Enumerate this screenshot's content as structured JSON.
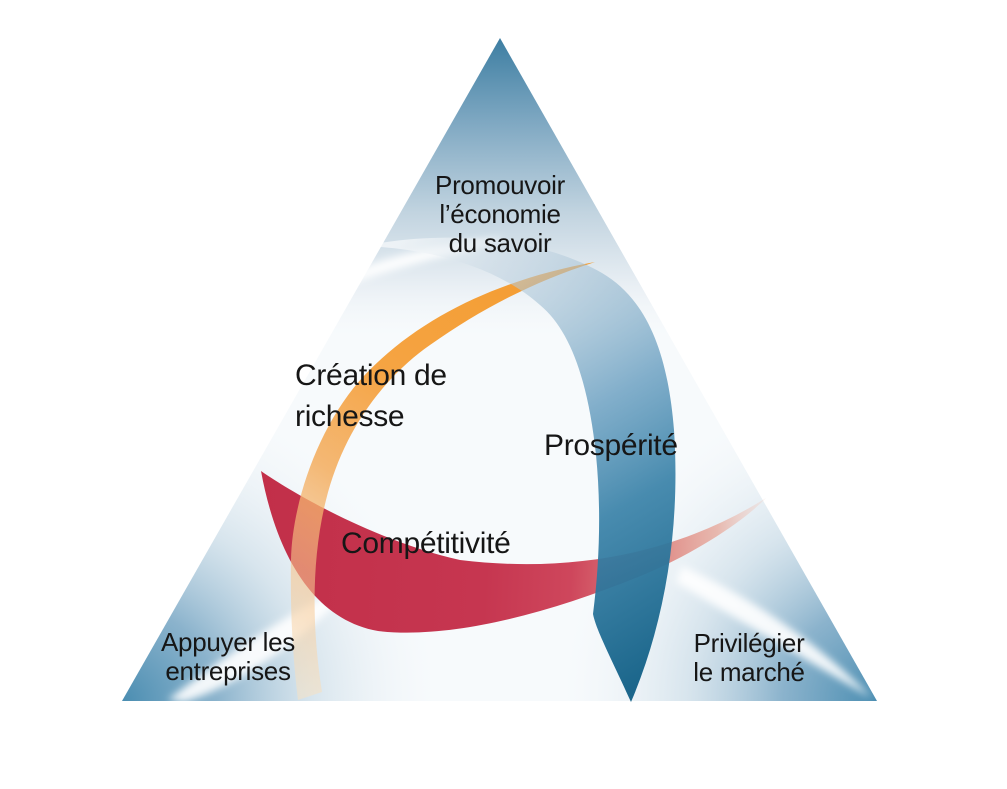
{
  "diagram": {
    "corner_labels": {
      "top": {
        "line1": "Promouvoir",
        "line2": "l’économie",
        "line3": "du savoir"
      },
      "bottom_left": {
        "line1": "Appuyer les",
        "line2": "entreprises"
      },
      "bottom_right": {
        "line1": "Privilégier",
        "line2": "le marché"
      }
    },
    "center_labels": {
      "wealth_line1": "Création de",
      "wealth_line2": "richesse",
      "prosperity": "Prospérité",
      "competitiveness": "Compétitivité"
    },
    "colors": {
      "triangle_apex": "#3D7EA2",
      "triangle_corner": "#4A8DB1",
      "swoosh_orange": "#F5A03C",
      "swoosh_red": "#C5314B",
      "swoosh_blue": "#176990",
      "text": "#161616"
    }
  }
}
